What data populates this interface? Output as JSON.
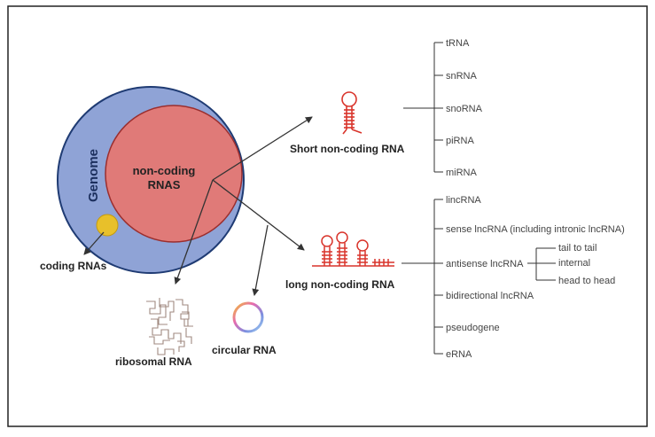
{
  "colors": {
    "genome_fill": "#8fa3d6",
    "genome_stroke": "#1f3b73",
    "noncoding_fill": "#e07a78",
    "noncoding_stroke": "#9b2e2e",
    "coding_dot": "#e8c02a",
    "rna_red": "#d9342b",
    "line": "#333333"
  },
  "circles": {
    "genome_label": "Genome",
    "noncoding_label_line1": "non-coding",
    "noncoding_label_line2": "RNAS",
    "coding_label": "coding RNAs"
  },
  "short_ncrna": {
    "label": "Short non-coding RNA",
    "items": [
      "tRNA",
      "snRNA",
      "snoRNA",
      "piRNA",
      "miRNA"
    ]
  },
  "long_ncrna": {
    "label": "long non-coding RNA",
    "items": [
      "lincRNA",
      "sense lncRNA (including intronic lncRNA)",
      "antisense lncRNA",
      "bidirectional lncRNA",
      "pseudogene",
      "eRNA"
    ],
    "antisense_subitems": [
      "tail to tail",
      "internal",
      "head to head"
    ]
  },
  "ribosomal": {
    "label": "ribosomal RNA",
    "icon": "ribosomal-rna-structure-icon"
  },
  "circular": {
    "label": "circular RNA",
    "icon": "circular-rna-icon"
  }
}
